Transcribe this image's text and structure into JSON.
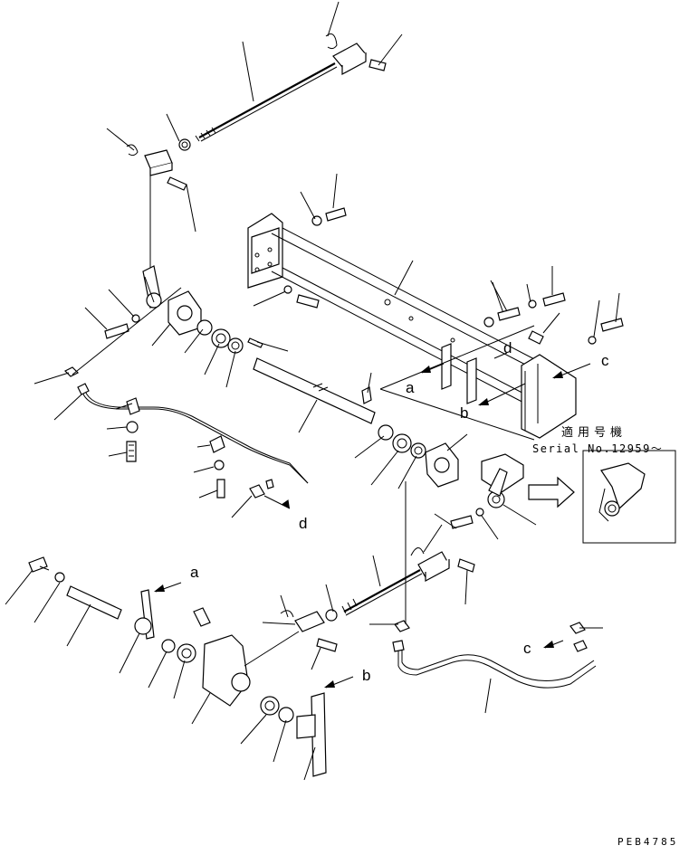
{
  "labels": {
    "a": "a",
    "b": "b",
    "c": "c",
    "d": "d"
  },
  "inset": {
    "title_jp": "適用号機",
    "serial": "Serial No.12959〜"
  },
  "drawing_number": "PEB4785"
}
